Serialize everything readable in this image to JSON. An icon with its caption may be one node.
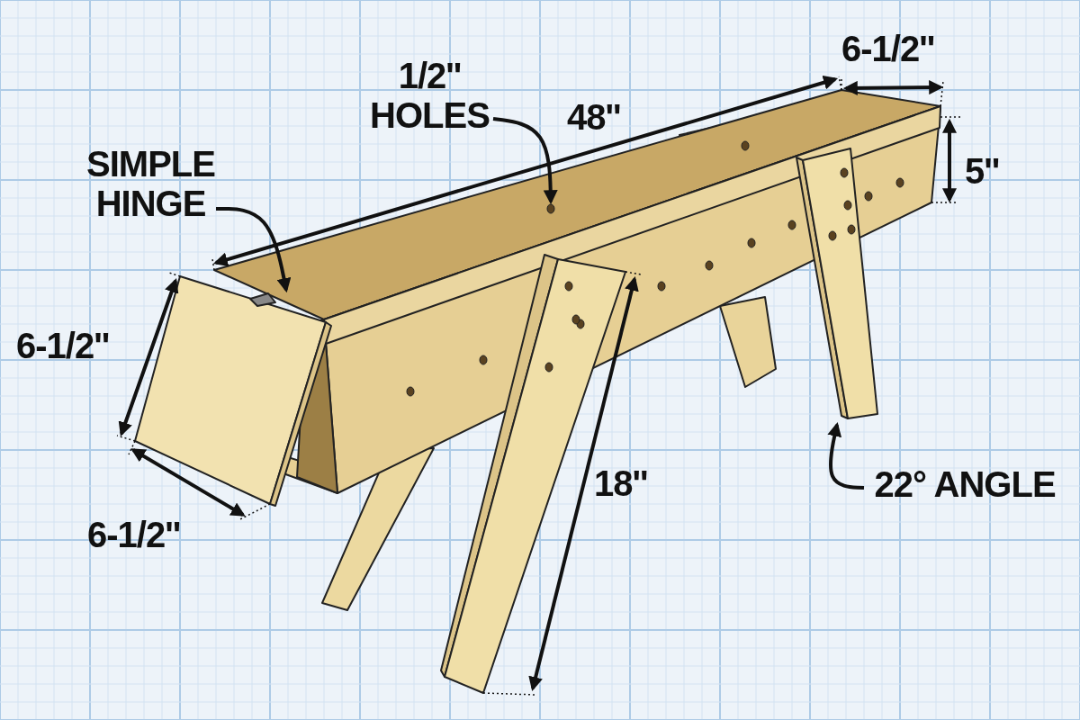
{
  "diagram": {
    "nodes": [
      {
        "text": [
          "SIMPLE HINGE"
        ]
      },
      {
        "text": [
          "1/2'' HOLES"
        ]
      },
      {
        "text": [
          "22° ANGLE"
        ]
      }
    ],
    "edges": [
      {
        "from": 0,
        "to": null,
        "arrow": "to"
      },
      {
        "from": 1,
        "to": null,
        "arrow": "to"
      },
      {
        "from": 2,
        "to": null,
        "arrow": "to"
      }
    ],
    "labels": [
      "6-1/2''",
      "48''",
      "5''",
      "6-1/2''",
      "18''",
      "6-1/2''"
    ]
  }
}
